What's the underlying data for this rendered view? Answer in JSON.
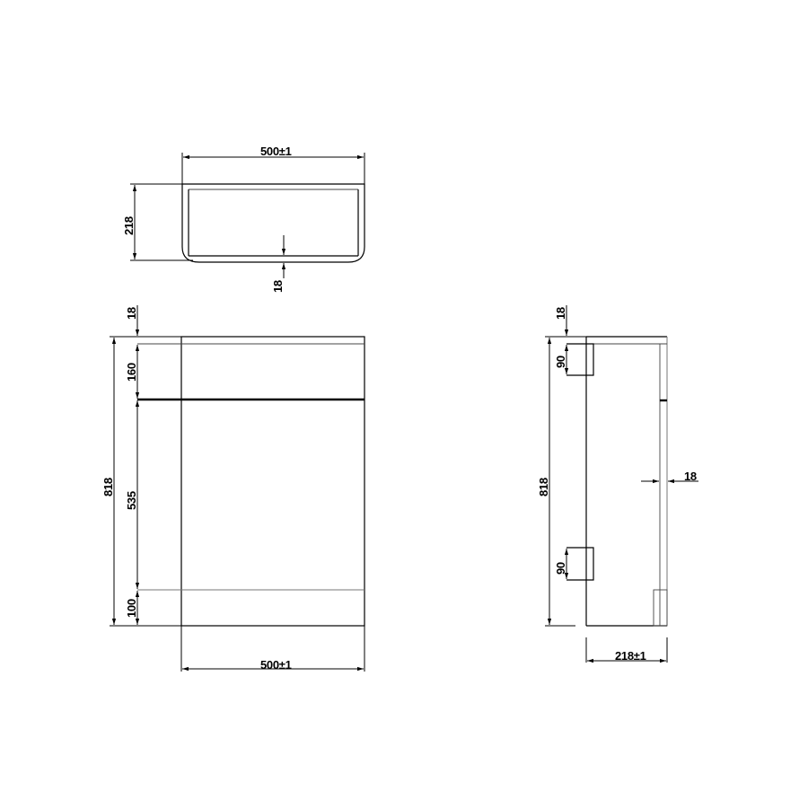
{
  "drawing": {
    "units": "mm",
    "background": "#ffffff",
    "line_color": "#000000"
  },
  "top_view": {
    "width_label": "500±1",
    "depth_label": "218",
    "back_panel_label": "18"
  },
  "front_view": {
    "top_panel_label": "18",
    "drawer_label": "160",
    "door_label": "535",
    "plinth_label": "100",
    "total_height_label": "818",
    "width_label": "500±1"
  },
  "side_view": {
    "top_panel_label": "18",
    "upper_bracket_label": "90",
    "lower_bracket_label": "90",
    "total_height_label": "818",
    "back_panel_label": "18",
    "depth_label": "218±1"
  }
}
